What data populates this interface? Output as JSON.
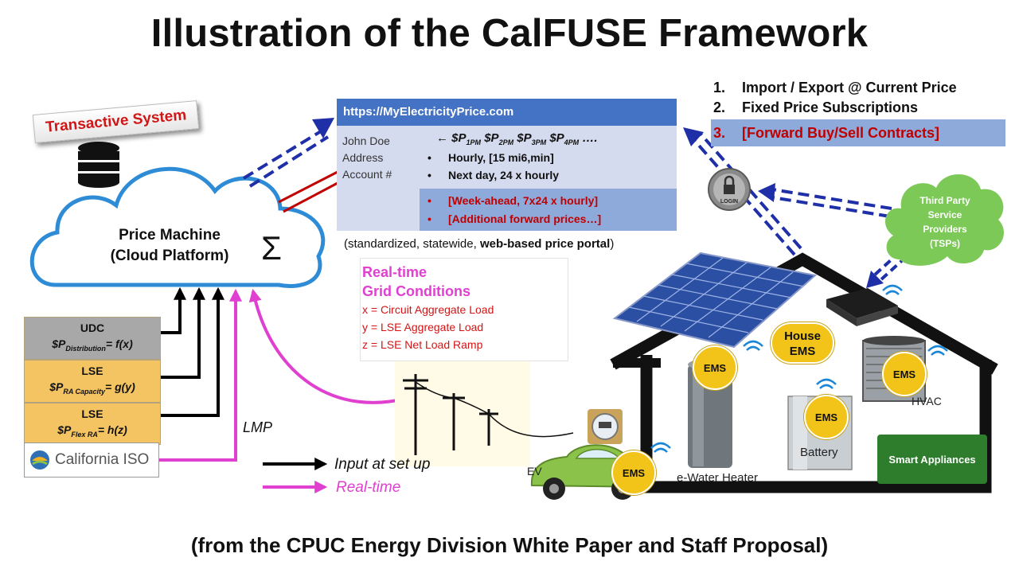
{
  "title": "Illustration of the CalFUSE Framework",
  "caption": "(from the CPUC Energy Division White Paper and Staff Proposal)",
  "transactive_label": "Transactive System",
  "cloud": {
    "line1": "Price Machine",
    "line2": "(Cloud Platform)",
    "symbol": "Σ"
  },
  "tariff_stack": [
    {
      "name": "UDC",
      "formula_pre": "$P",
      "formula_sub": "Distribution",
      "formula_post": "= f(x)",
      "color": "#a8a8a8"
    },
    {
      "name": "LSE",
      "formula_pre": "$P",
      "formula_sub": "RA Capacity",
      "formula_post": "= g(y)",
      "color": "#f4c463"
    },
    {
      "name": "LSE",
      "formula_pre": "$P",
      "formula_sub": "Flex RA",
      "formula_post": "= h(z)",
      "color": "#f4c463"
    }
  ],
  "iso_label": "California ISO",
  "lmp_label": "LMP",
  "legend": {
    "input": "Input at set up",
    "realtime": "Real-time"
  },
  "portal": {
    "url": "https://MyElectricityPrice.com",
    "fields": [
      "John Doe",
      "Address",
      "Account #"
    ],
    "prices": [
      {
        "pre": "$P",
        "sub": "1PM"
      },
      {
        "pre": "$P",
        "sub": "2PM"
      },
      {
        "pre": "$P",
        "sub": "3PM"
      },
      {
        "pre": "$P",
        "sub": "4PM"
      }
    ],
    "prices_trail": "….",
    "bullets": [
      "Hourly, [15 mi6,min]",
      "Next day, 24 x hourly"
    ],
    "forward_bullets": [
      "[Week-ahead, 7x24 x hourly]",
      "[Additional forward prices…]"
    ],
    "note_pre": "(standardized, statewide, ",
    "note_bold": "web-based price portal",
    "note_post": ")"
  },
  "options": [
    {
      "num": "1.",
      "text": "Import / Export @ Current Price"
    },
    {
      "num": "2.",
      "text": "Fixed Price Subscriptions"
    }
  ],
  "option3": {
    "num": "3.",
    "text": "[Forward Buy/Sell Contracts]"
  },
  "grid_conditions": {
    "heading1": "Real-time",
    "heading2": "Grid Conditions",
    "items": [
      "x = Circuit Aggregate Load",
      "y = LSE Aggregate Load",
      "z = LSE Net Load Ramp"
    ]
  },
  "tsp_label": [
    "Third Party",
    "Service",
    "Providers",
    "(TSPs)"
  ],
  "login_label": "LOGIN",
  "house": {
    "house_ems": [
      "House",
      "EMS"
    ],
    "ems": "EMS",
    "hvac": "HVAC",
    "battery": "Battery",
    "water_heater": "e-Water Heater",
    "ev": "EV",
    "smart_appliances": "Smart Appliances"
  },
  "colors": {
    "portal_header": "#4472c4",
    "forward_highlight": "#8eaadb",
    "accent_red": "#c00000",
    "realtime_magenta": "#e040d0",
    "tsp_green": "#7cc957"
  }
}
